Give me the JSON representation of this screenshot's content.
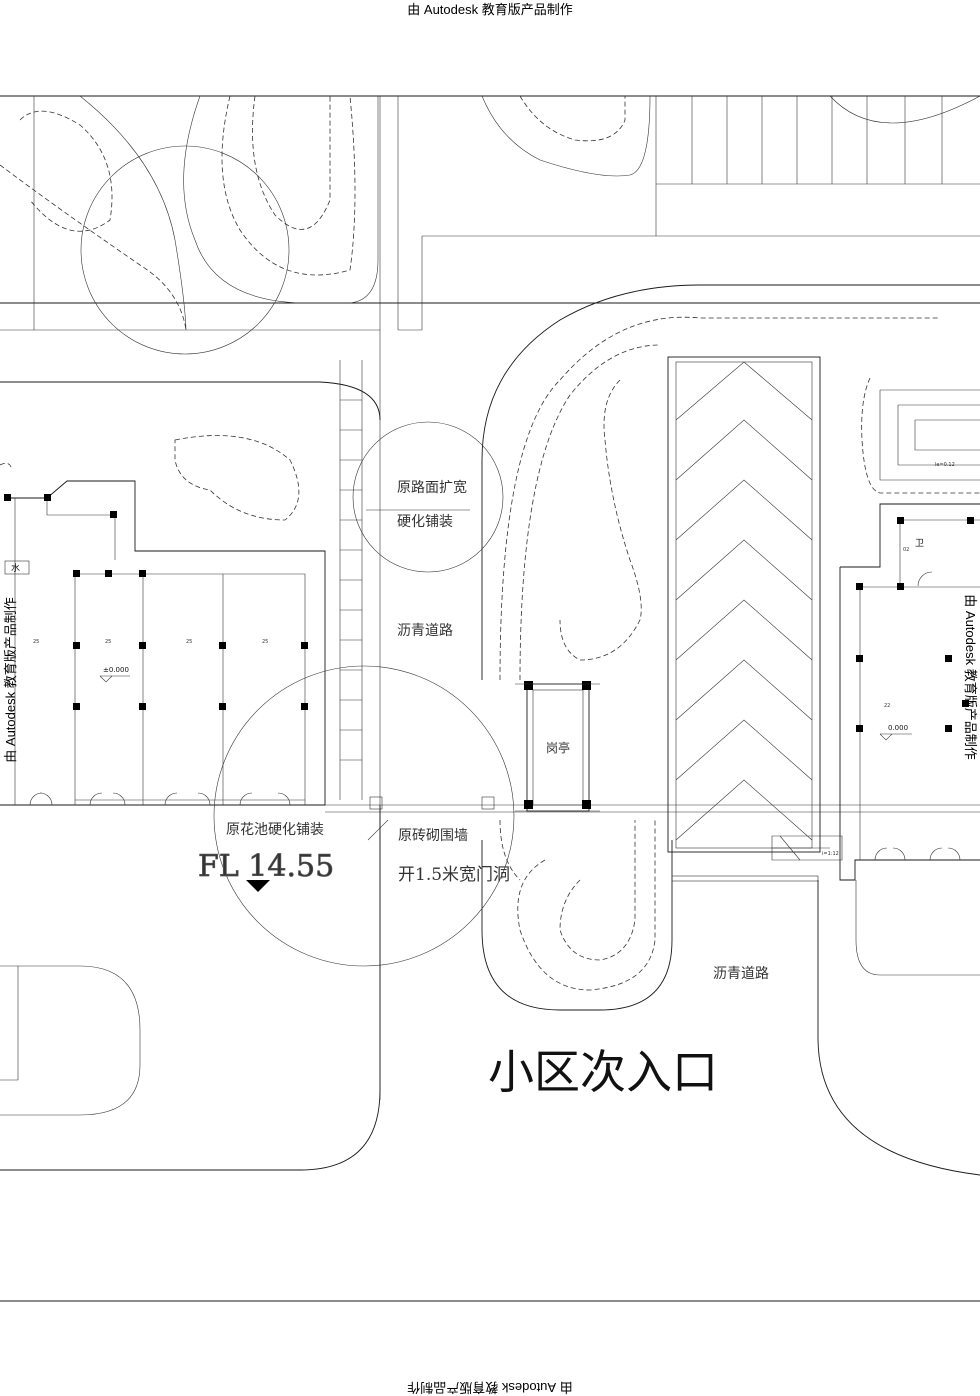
{
  "watermark": {
    "top": "由 Autodesk 教育版产品制作",
    "bottom": "由 Autodesk 教育版产品制作",
    "left": "由 Autodesk 教育版产品制作",
    "right": "由 Autodesk 教育版产品制作"
  },
  "labels": {
    "road_widen_line1": "原路面扩宽",
    "road_widen_line2": "硬化铺装",
    "asphalt_road_1": "沥青道路",
    "asphalt_road_2": "沥青道路",
    "flowerbed_paving": "原花池硬化铺装",
    "floor_level": "FL 14.55",
    "brick_wall_line1": "原砖砌围墙",
    "brick_wall_line2": "开1.5米宽门洞",
    "guard_booth": "岗亭",
    "entrance_title": "小区次入口",
    "water": "水",
    "toilet": "卫",
    "elevation_left": "±0.000",
    "elevation_right": "0.000"
  },
  "colors": {
    "line": "#1a1a1a",
    "background": "#ffffff"
  }
}
